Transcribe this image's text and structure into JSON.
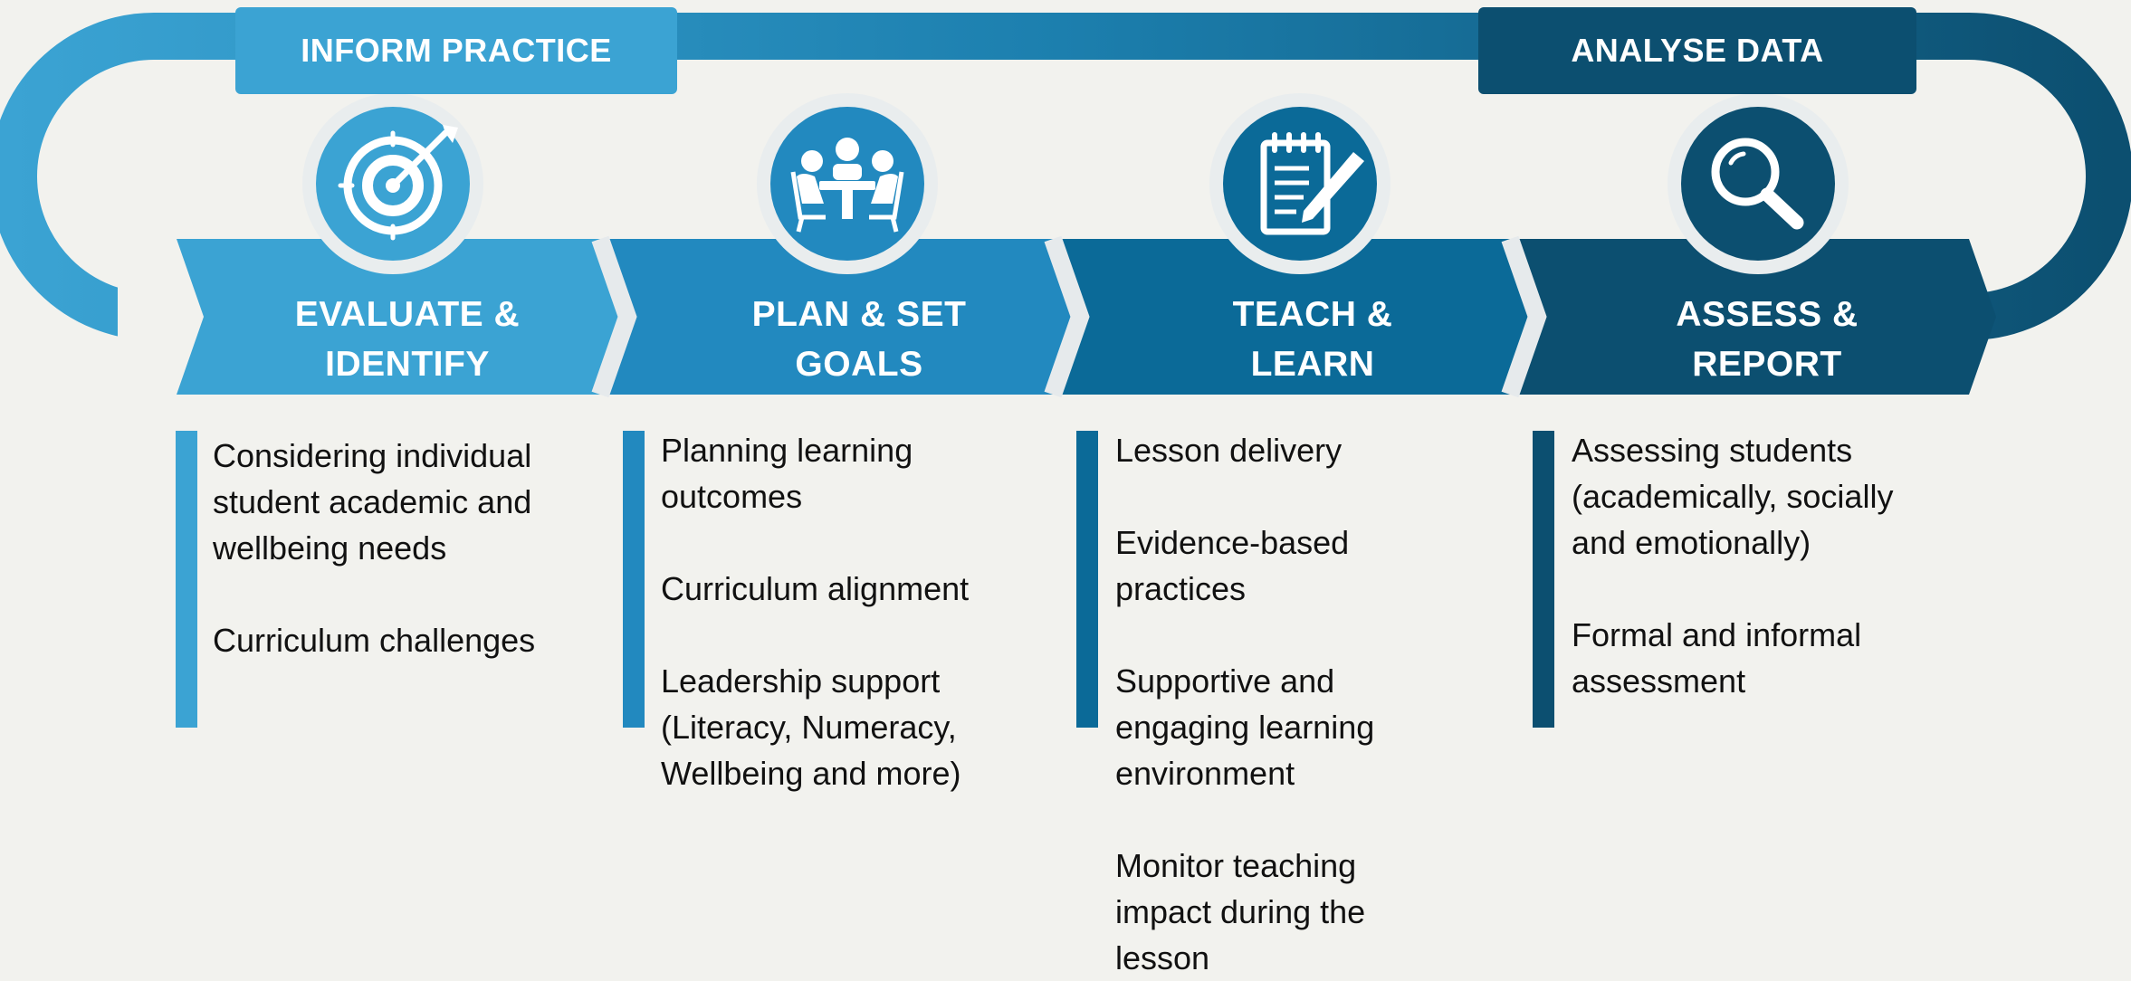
{
  "loop": {
    "left_label": "INFORM PRACTICE",
    "right_label": "ANALYSE DATA"
  },
  "colors": {
    "step1": "#3ba3d3",
    "step2": "#2289bf",
    "step3": "#0b6a98",
    "step4": "#0c4f70",
    "background": "#f2f2ee"
  },
  "steps": [
    {
      "title_line1": "EVALUATE &",
      "title_line2": "IDENTIFY",
      "icon": "target-icon",
      "items": [
        "Considering individual student academic and wellbeing needs",
        "Curriculum challenges"
      ]
    },
    {
      "title_line1": "PLAN & SET",
      "title_line2": "GOALS",
      "icon": "meeting-icon",
      "items": [
        "Planning learning outcomes",
        "Curriculum alignment",
        "Leadership support (Literacy, Numeracy, Wellbeing and more)"
      ]
    },
    {
      "title_line1": "TEACH &",
      "title_line2": "LEARN",
      "icon": "notepad-pencil-icon",
      "items": [
        "Lesson delivery",
        "Evidence-based practices",
        "Supportive and engaging learning environment",
        "Monitor teaching impact during the lesson"
      ]
    },
    {
      "title_line1": "ASSESS &",
      "title_line2": "REPORT",
      "icon": "magnifier-icon",
      "items": [
        "Assessing students (academically, socially and emotionally)",
        "Formal and informal assessment"
      ]
    }
  ]
}
